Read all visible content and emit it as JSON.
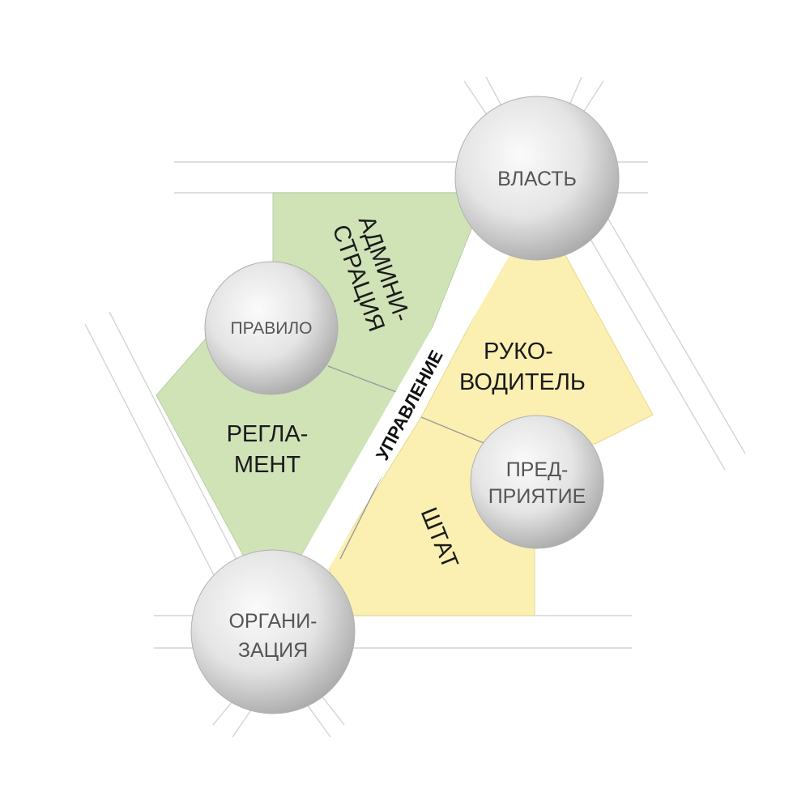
{
  "nodes": {
    "vlast": "ВЛАСТЬ",
    "pravilo": "ПРАВИЛО",
    "predpriyatie": [
      "ПРЕД-",
      "ПРИЯТИЕ"
    ],
    "organizatsiya": [
      "ОРГАНИ-",
      "ЗАЦИЯ"
    ]
  },
  "regions": {
    "administratsiya": [
      "АДМИНИ-",
      "СТРАЦИЯ"
    ],
    "reglament": [
      "РЕГЛА-",
      "МЕНТ"
    ],
    "rukovoditel": [
      "РУКО-",
      "ВОДИТЕЛЬ"
    ],
    "shtat": "ШТАТ"
  },
  "band": {
    "label": "УПРАВЛЕНИЕ"
  },
  "colors": {
    "green_fill": "#cfe3b7",
    "yellow_fill": "#fbf0b2",
    "node_light": "#f7f7f7",
    "node_dark": "#a9a9a9"
  }
}
